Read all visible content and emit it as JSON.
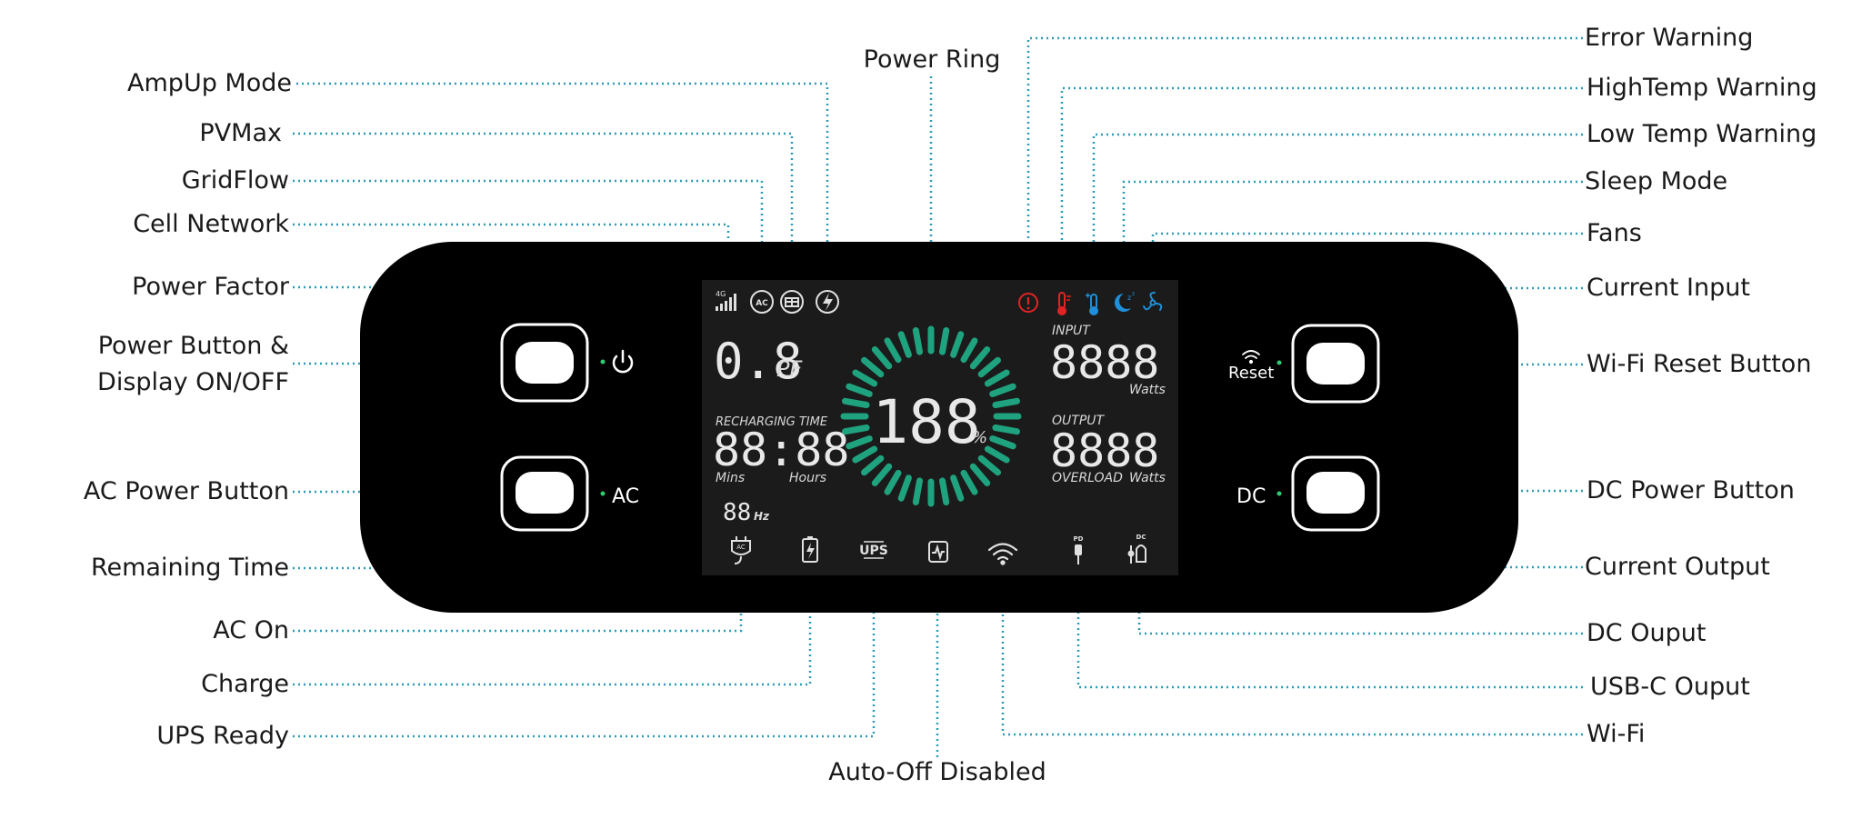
{
  "labels_left": {
    "ampup_mode": "AmpUp Mode",
    "pvmax": "PVMax",
    "gridflow": "GridFlow",
    "cell_network": "Cell Network",
    "power_factor": "Power Factor",
    "power_button_line1": "Power Button &",
    "power_button_line2": "Display ON/OFF",
    "ac_power_button": "AC Power Button",
    "remaining_time": "Remaining Time",
    "ac_on": "AC On",
    "charge": "Charge",
    "ups_ready": "UPS Ready"
  },
  "labels_center": {
    "power_ring": "Power Ring",
    "auto_off_disabled": "Auto-Off Disabled"
  },
  "labels_right": {
    "error_warning": "Error Warning",
    "hightemp_warning": "HighTemp Warning",
    "lowtemp_warning": "Low Temp Warning",
    "sleep_mode": "Sleep Mode",
    "fans": "Fans",
    "current_input": "Current Input",
    "wifi_reset_button": "Wi-Fi Reset Button",
    "dc_power_button": "DC Power Button",
    "current_output": "Current Output",
    "dc_output": "DC Ouput",
    "usbc_output": "USB-C Ouput",
    "wifi": "Wi-Fi"
  },
  "panel": {
    "ac_label": "AC",
    "dc_label": "DC",
    "reset_label": "Reset"
  },
  "lcd": {
    "network_badge": "4G",
    "gridflow_badge": "AC",
    "pf_value": "0.8",
    "pf_unit": "PF",
    "recharging_time_label": "RECHARGING TIME",
    "recharging_time_value": "88:88",
    "mins_label": "Mins",
    "hours_label": "Hours",
    "hz_value": "88",
    "hz_unit": "Hz",
    "ring_value": "188",
    "ring_unit": "%",
    "input_label": "INPUT",
    "input_value": "8888",
    "input_unit": "Watts",
    "output_label": "OUTPUT",
    "output_value": "8888",
    "overload_label": "OVERLOAD",
    "output_unit": "Watts",
    "ac_badge": "AC",
    "ups_badge": "UPS",
    "pd_badge": "PD",
    "dc_badge": "DC"
  },
  "colors": {
    "leader": "#2b9bb5",
    "panel": "#000000",
    "lcd": "#1b1b1b",
    "segment": "#e8e8e8",
    "ring": "#1fa37f",
    "error_red": "#e02424",
    "cold_blue": "#1e8fd8",
    "button_outline": "#ffffff"
  }
}
